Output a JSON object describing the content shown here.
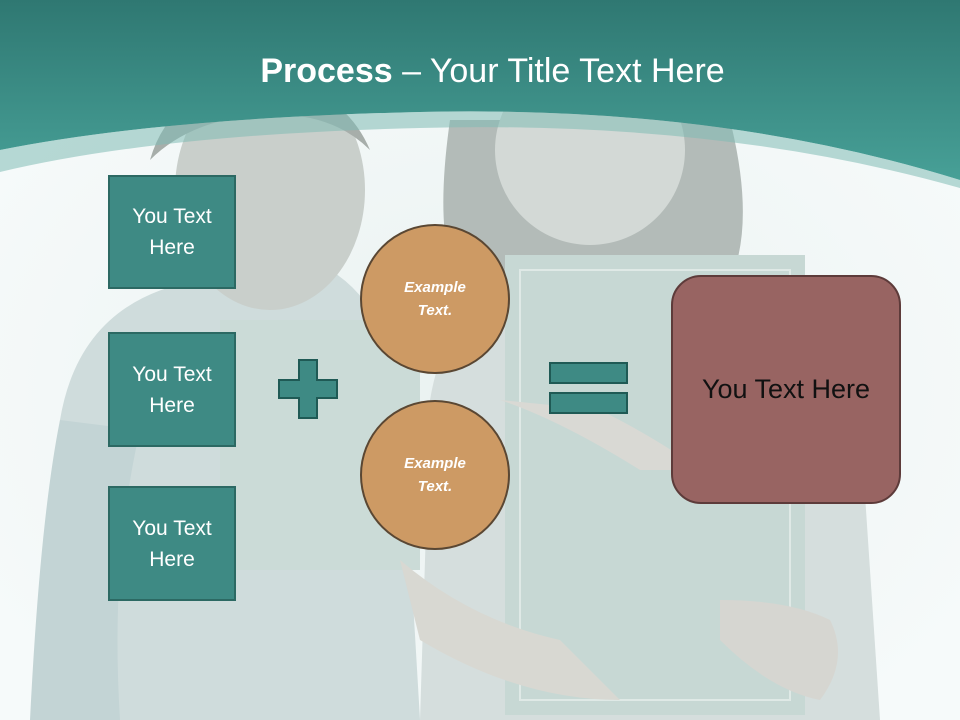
{
  "title": {
    "bold": "Process",
    "rest": " – Your Title Text Here"
  },
  "steps": [
    {
      "label": "You Text Here"
    },
    {
      "label": "You Text Here"
    },
    {
      "label": "You Text Here"
    }
  ],
  "circles": [
    {
      "label": "Example Text."
    },
    {
      "label": "Example Text."
    }
  ],
  "result": {
    "label": "You Text Here"
  },
  "colors": {
    "header_teal": "#3a8c86",
    "box_teal": "#3e8a84",
    "circle_orange": "#cd9a64",
    "result_mauve": "#986462"
  },
  "icons": {
    "plus": "plus-icon",
    "equals": "equals-icon"
  }
}
